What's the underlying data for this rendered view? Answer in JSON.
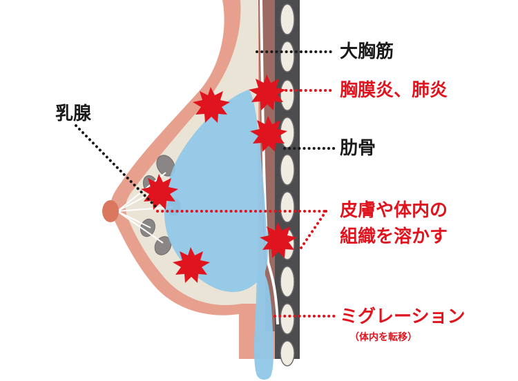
{
  "labels": {
    "pectoralis": "大胸筋",
    "pleurisy": "胸膜炎、肺炎",
    "rib": "肋骨",
    "mammary": "乳腺",
    "dissolve_line1": "皮膚や体内の",
    "dissolve_line2": "組織を溶かす",
    "migration": "ミグレーション",
    "migration_sub": "（体内を転移）"
  },
  "colors": {
    "skin": "#e8a08e",
    "fat": "#e9e4d6",
    "implant": "#8fc8e8",
    "muscle": "#9b6a62",
    "rib_bar": "#4d4c4f",
    "rib_oval": "#f0ece2",
    "inflammation": "#e0141e",
    "nipple": "#d9775f"
  }
}
